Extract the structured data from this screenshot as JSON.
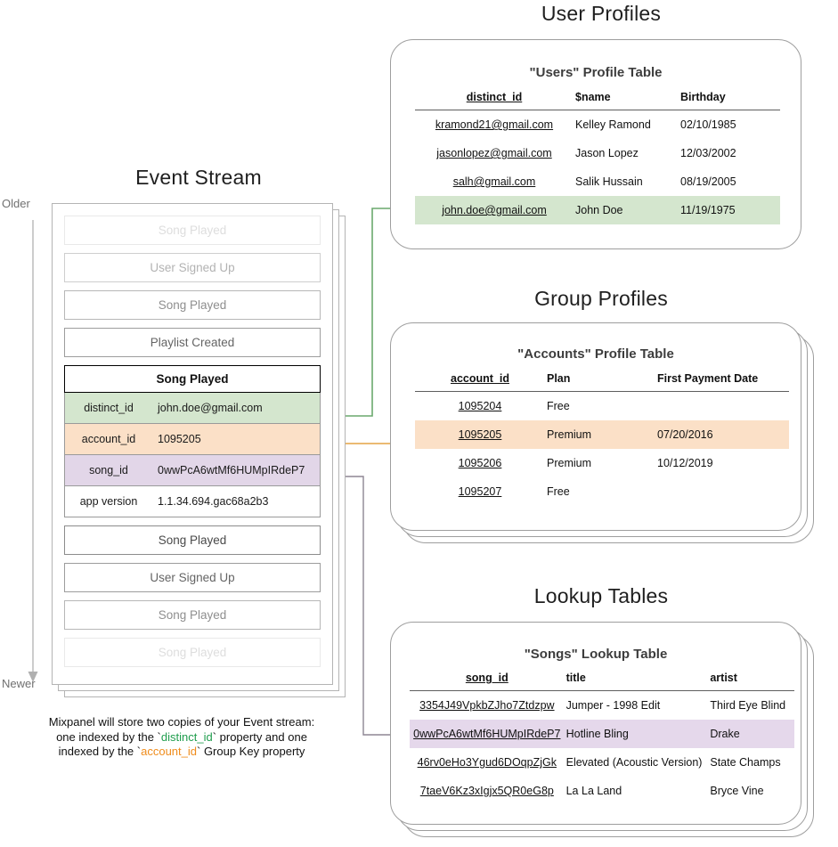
{
  "sections": {
    "event_stream_title": "Event Stream",
    "user_profiles_title": "User Profiles",
    "group_profiles_title": "Group Profiles",
    "lookup_tables_title": "Lookup Tables"
  },
  "axis": {
    "older_label": "Older",
    "newer_label": "Newer"
  },
  "event_stream": {
    "events_above": [
      {
        "label": "Song Played"
      },
      {
        "label": "User Signed Up"
      },
      {
        "label": "Song Played"
      },
      {
        "label": "Playlist Created"
      }
    ],
    "expanded_event": {
      "name": "Song Played",
      "properties": [
        {
          "key": "distinct_id",
          "value": "john.doe@gmail.com",
          "highlight": "green"
        },
        {
          "key": "account_id",
          "value": "1095205",
          "highlight": "orange"
        },
        {
          "key": "song_id",
          "value": "0wwPcA6wtMf6HUMpIRdeP7",
          "highlight": "purple"
        },
        {
          "key": "app version",
          "value": "1.1.34.694.gac68a2b3",
          "highlight": "none"
        }
      ]
    },
    "events_below": [
      {
        "label": "Song Played"
      },
      {
        "label": "User Signed Up"
      },
      {
        "label": "Song Played"
      },
      {
        "label": "Song Played"
      }
    ]
  },
  "caption": {
    "line1": "Mixpanel will store two copies of your Event stream:",
    "line2_a": "one indexed by the `",
    "line2_token": "distinct_id",
    "line2_b": "` property and one",
    "line3_a": "indexed by the `",
    "line3_token": "account_id",
    "line3_b": "` Group Key property"
  },
  "users_table": {
    "title": "\"Users\" Profile Table",
    "columns": [
      "distinct_id",
      "$name",
      "Birthday"
    ],
    "rows": [
      {
        "cells": [
          "kramond21@gmail.com",
          "Kelley Ramond",
          "02/10/1985"
        ],
        "highlight": "none"
      },
      {
        "cells": [
          "jasonlopez@gmail.com",
          "Jason Lopez",
          "12/03/2002"
        ],
        "highlight": "none"
      },
      {
        "cells": [
          "salh@gmail.com",
          "Salik Hussain",
          "08/19/2005"
        ],
        "highlight": "none"
      },
      {
        "cells": [
          "john.doe@gmail.com",
          "John Doe",
          "11/19/1975"
        ],
        "highlight": "green"
      }
    ]
  },
  "accounts_table": {
    "title": "\"Accounts\" Profile Table",
    "columns": [
      "account_id",
      "Plan",
      "First Payment Date"
    ],
    "rows": [
      {
        "cells": [
          "1095204",
          "Free",
          ""
        ],
        "highlight": "none"
      },
      {
        "cells": [
          "1095205",
          "Premium",
          "07/20/2016"
        ],
        "highlight": "orange"
      },
      {
        "cells": [
          "1095206",
          "Premium",
          "10/12/2019"
        ],
        "highlight": "none"
      },
      {
        "cells": [
          "1095207",
          "Free",
          ""
        ],
        "highlight": "none"
      }
    ]
  },
  "songs_table": {
    "title": "\"Songs\" Lookup Table",
    "columns": [
      "song_id",
      "title",
      "artist"
    ],
    "rows": [
      {
        "cells": [
          "3354J49VpkbZJho7Ztdzpw",
          "Jumper - 1998 Edit",
          "Third Eye Blind"
        ],
        "highlight": "none"
      },
      {
        "cells": [
          "0wwPcA6wtMf6HUMpIRdeP7",
          "Hotline Bling",
          "Drake"
        ],
        "highlight": "purple"
      },
      {
        "cells": [
          "46rv0eHo3Ygud6DOqpZjGk",
          "Elevated (Acoustic Version)",
          "State Champs"
        ],
        "highlight": "none"
      },
      {
        "cells": [
          "7taeV6Kz3xIgjx5QR0eG8p",
          "La La Land",
          "Bryce Vine"
        ],
        "highlight": "none"
      }
    ]
  },
  "colors": {
    "green_highlight": "#d4e6ce",
    "orange_highlight": "#fbe0c7",
    "purple_highlight": "#e5d8eb",
    "green_arrow": "#4e9a51",
    "orange_arrow": "#e89a2c",
    "gray_arrow": "#8d8593",
    "card_border": "#9e9e9e"
  }
}
